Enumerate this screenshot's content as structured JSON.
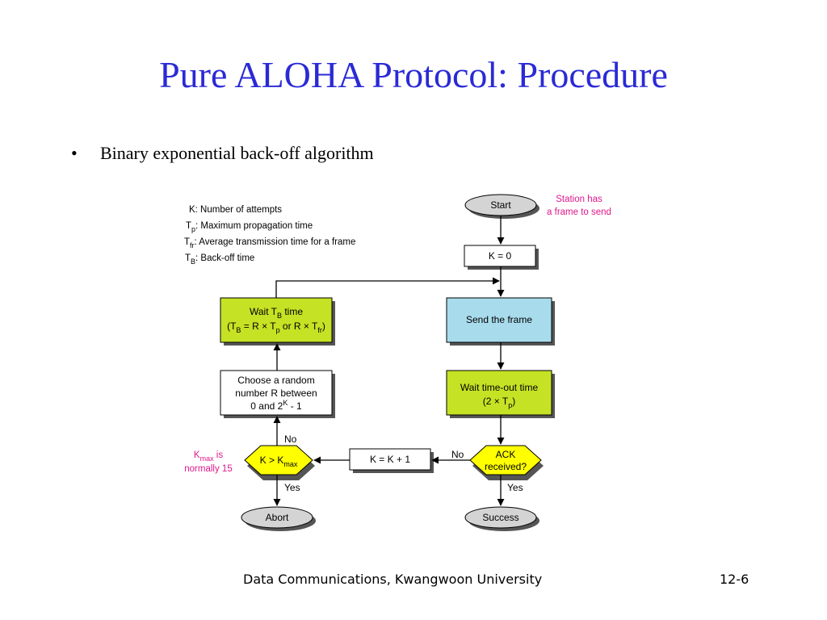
{
  "title": "Pure ALOHA Protocol: Procedure",
  "bullet": {
    "marker": "•",
    "text": "Binary exponential back-off algorithm"
  },
  "legend": {
    "k": "K: Number of attempts",
    "tp_sym": "T",
    "tp_sub": "p",
    "tp_text": ": Maximum propagation time",
    "tfr_sym": "T",
    "tfr_sub": "fr",
    "tfr_text": ": Average transmission time for a frame",
    "tb_sym": "T",
    "tb_sub": "B",
    "tb_text": ": Back-off time"
  },
  "nodes": {
    "start": "Start",
    "station_note_1": "Station has",
    "station_note_2": "a frame to send",
    "k_init": "K = 0",
    "send": "Send the frame",
    "wait_timeout_1": "Wait time-out time",
    "wait_timeout_2a": "(2 × T",
    "wait_timeout_2sub": "p",
    "wait_timeout_2b": ")",
    "ack_1": "ACK",
    "ack_2": "received?",
    "success": "Success",
    "k_inc": "K = K + 1",
    "kmax_a": "K > K",
    "kmax_sub": "max",
    "abort": "Abort",
    "kmax_note_a": "K",
    "kmax_note_sub": "max",
    "kmax_note_b": " is",
    "kmax_note_2": "normally 15",
    "random_1": "Choose a random",
    "random_2": "number R between",
    "random_3a": "0 and 2",
    "random_3sup": "K",
    "random_3b": " - 1",
    "wait_tb_1a": "Wait T",
    "wait_tb_1sub": "B",
    "wait_tb_1b": " time",
    "wait_tb_2a": "(T",
    "wait_tb_2sub1": "B",
    "wait_tb_2b": " = R × T",
    "wait_tb_2sub2": "p",
    "wait_tb_2c": " or R × T",
    "wait_tb_2sub3": "fr",
    "wait_tb_2d": ")"
  },
  "labels": {
    "no": "No",
    "yes": "Yes"
  },
  "colors": {
    "title": "#2a2ad6",
    "green": "#c6e224",
    "blue": "#a8dced",
    "yellow": "#ffff00",
    "pink": "#e0188c",
    "gray": "#d4d4d4"
  },
  "footer": {
    "center": "Data Communications, Kwangwoon University",
    "page": "12-6"
  }
}
